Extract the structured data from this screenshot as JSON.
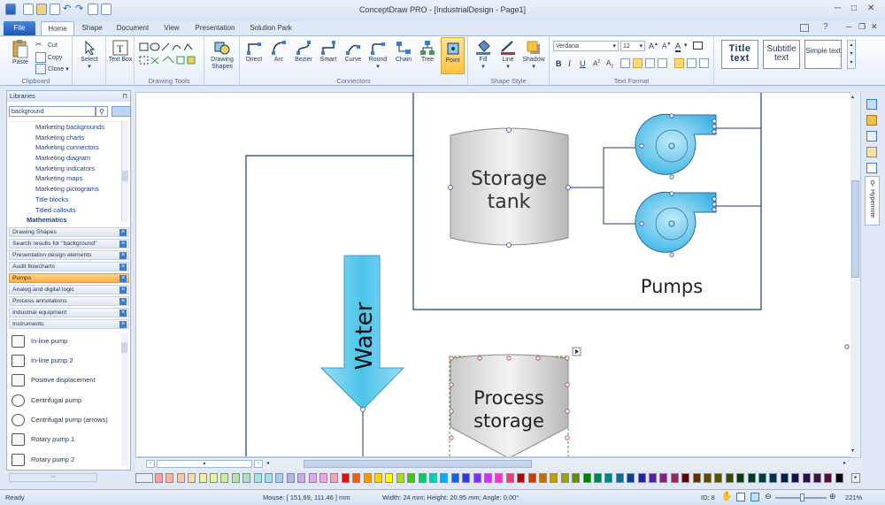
{
  "window": {
    "title": "ConceptDraw PRO - [IndustrialDesign - Page1]"
  },
  "tabs": [
    "File",
    "Home",
    "Shape",
    "Document",
    "View",
    "Presentation",
    "Solution Park"
  ],
  "ribbon": {
    "clipboard": {
      "paste": "Paste",
      "cut": "Cut",
      "copy": "Copy",
      "clone": "Clone",
      "label": "Clipboard"
    },
    "select": "Select",
    "textbox": "Text Box",
    "drawing_tools_label": "Drawing Tools",
    "drawing_shapes": "Drawing Shapes",
    "connectors": {
      "items": [
        "Direct",
        "Arc",
        "Bezier",
        "Smart",
        "Curve",
        "Round"
      ],
      "label": "Connectors"
    },
    "chain": "Chain",
    "tree": "Tree",
    "point": "Point",
    "shape_style": {
      "fill": "Fill",
      "line": "Line",
      "shadow": "Shadow",
      "label": "Shape Style"
    },
    "text_format": {
      "font": "Verdana",
      "size": "12",
      "label": "Text Format"
    },
    "styles": {
      "title": "Title text",
      "subtitle": "Subtitle text",
      "simple": "Simple text"
    }
  },
  "libraries": {
    "header": "Libraries",
    "search": "background",
    "tree": [
      "Marketing backgrounds",
      "Marketing charts",
      "Marketing connectors",
      "Marketing diagram",
      "Marketing indicators",
      "Marketing maps",
      "Marketing pictograms",
      "Title blocks",
      "Titled callouts",
      "Mathematics"
    ],
    "items": [
      "Drawing Shapes",
      "Search results for \"background\"",
      "Presentation design elements",
      "Audit flowcharts",
      "Pumps",
      "Analog and digital logic",
      "Process annotations",
      "Industrial equipment",
      "Instruments"
    ],
    "selected": "Pumps",
    "shapes": [
      "In-line pump",
      "In-line pump 2",
      "Positive displacement",
      "Centrifugal pump",
      "Centrifugal pump (arrows)",
      "Rotary pump 1",
      "Rotary pump 2"
    ]
  },
  "canvas": {
    "storage": [
      "Storage",
      "tank"
    ],
    "pumps": "Pumps",
    "water": "Water",
    "process": [
      "Process",
      "storage"
    ]
  },
  "rightbar": {
    "hypernote": "Hypernote"
  },
  "colors": {
    "accent": "#1c59b8",
    "selected_lib": "#ffb143",
    "pump_fill": "#5cc7ee",
    "arrow_fill": "#4cc4ea"
  },
  "palette": [
    "#f4a3a3",
    "#f7b7a3",
    "#f9c9a0",
    "#f8dba0",
    "#f4eda0",
    "#e6f2a0",
    "#cdeca0",
    "#b1e6a6",
    "#a6e6c3",
    "#a3e8e0",
    "#a3dff2",
    "#a7c9f2",
    "#b1b4f2",
    "#c6a9f0",
    "#e0a8ee",
    "#f0a8d6",
    "#f0a8b8",
    "#ff0000",
    "#ff5a00",
    "#ff9900",
    "#ffd000",
    "#ffff00",
    "#a6e000",
    "#33cc00",
    "#00cc66",
    "#00ccbb",
    "#00aaff",
    "#0066ff",
    "#3333ff",
    "#7a33ff",
    "#cc33ff",
    "#ff33cc",
    "#ff3377",
    "#c00000",
    "#c04000",
    "#c07000",
    "#c0a000",
    "#a0a000",
    "#609000",
    "#008000",
    "#008050",
    "#008080",
    "#006fa0",
    "#003fa0",
    "#2020a0",
    "#5020a0",
    "#802080",
    "#a02060",
    "#600000",
    "#603000",
    "#604800",
    "#555500",
    "#305000",
    "#004000",
    "#003828",
    "#004040",
    "#003050",
    "#001e50",
    "#101050",
    "#281050",
    "#401040",
    "#501030",
    "#000000"
  ],
  "status": {
    "ready": "Ready",
    "mouse": "Mouse: [ 151.69, 111.46 ] mm",
    "size": "Width: 24 mm;  Height: 20.95 mm;  Angle: 0.00°",
    "id": "ID: 8",
    "zoom": "221%"
  }
}
